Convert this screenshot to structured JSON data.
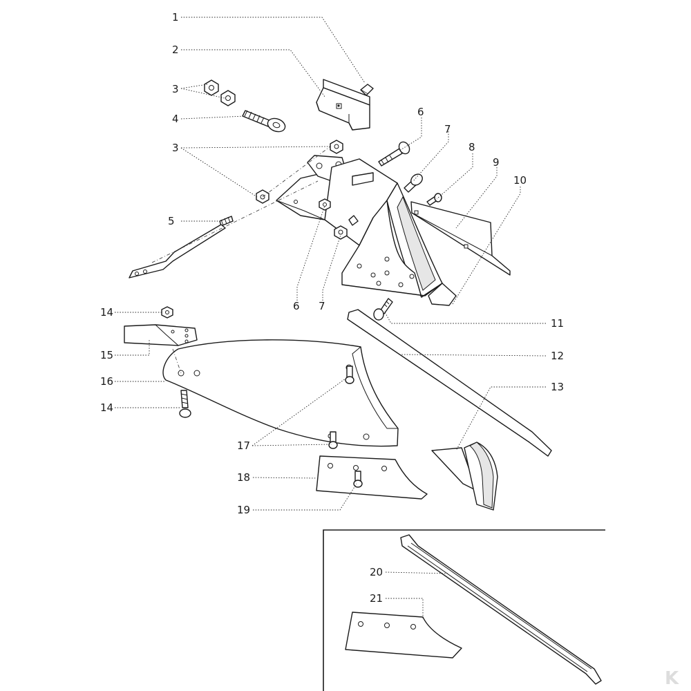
{
  "callouts": {
    "c1": "1",
    "c2": "2",
    "c3a": "3",
    "c4": "4",
    "c3b": "3",
    "c5": "5",
    "c6a": "6",
    "c7a": "7",
    "c8": "8",
    "c9": "9",
    "c10": "10",
    "c6b": "6",
    "c7b": "7",
    "c11": "11",
    "c12": "12",
    "c13": "13",
    "c14a": "14",
    "c15": "15",
    "c16": "16",
    "c14b": "14",
    "c17": "17",
    "c18": "18",
    "c19": "19",
    "c20": "20",
    "c21": "21"
  },
  "watermark": "K",
  "colors": {
    "ink": "#1a1a1a",
    "paper": "#ffffff",
    "watermark": "#dddddd"
  }
}
